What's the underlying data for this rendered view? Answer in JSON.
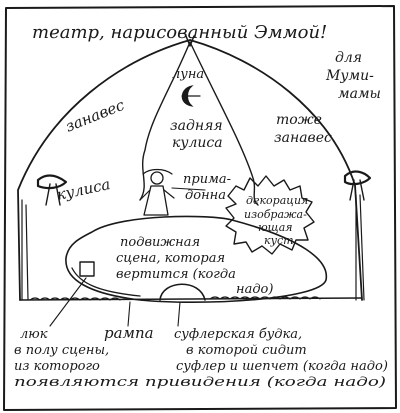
{
  "title": "театр, нарисованный Эммой!",
  "dedication": [
    "для",
    "Муми-",
    "мамы"
  ],
  "moon": "луна",
  "curtain_left": "занавес",
  "curtain_right": [
    "тоже",
    "занавес"
  ],
  "back_wing": [
    "задняя",
    "кулиса"
  ],
  "wing": "кулиса",
  "prima_donna": [
    "прима-",
    "донна"
  ],
  "scenery": [
    "декорация",
    "изобража-",
    "ющая",
    "куст"
  ],
  "stage": [
    "подвижная",
    "сцена, которая",
    "вертится (когда",
    "надо)"
  ],
  "hatch": [
    "люк",
    "в полу сцены,",
    "из которого",
    "появляются привидения (когда надо)"
  ],
  "footlights": "рампа",
  "prompter_box": [
    "суфлерская будка,",
    "в которой сидит",
    "суфлер и шепчет (когда надо)"
  ]
}
